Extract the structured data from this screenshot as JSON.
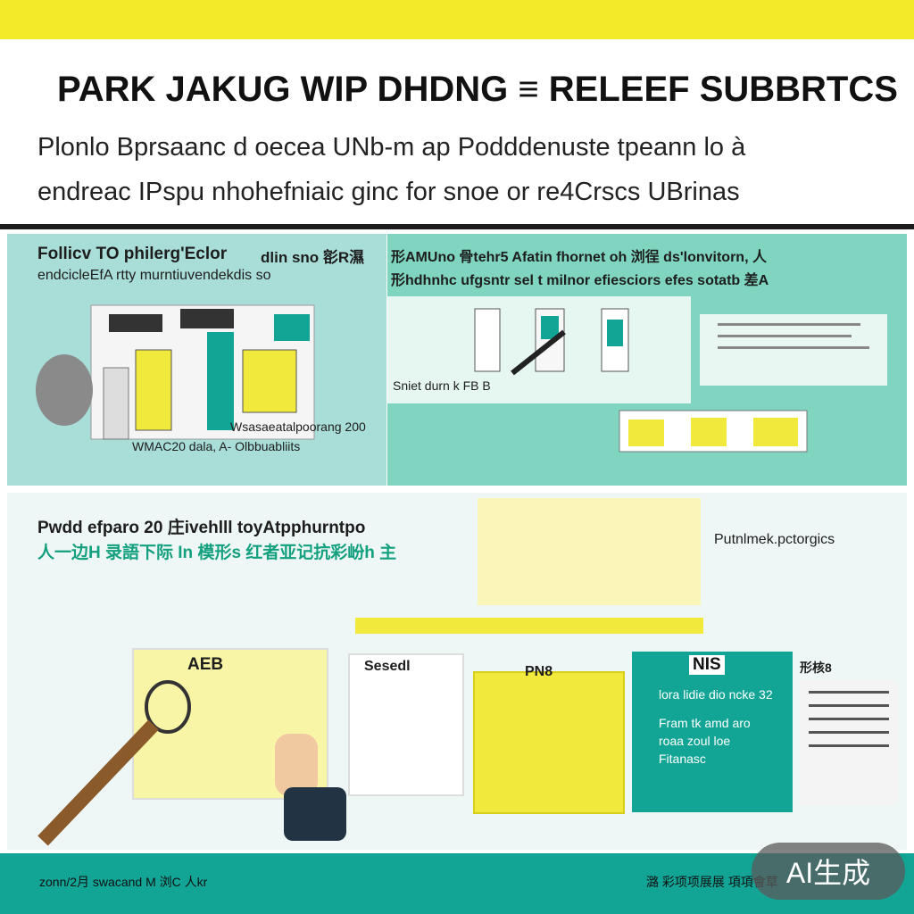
{
  "header": {
    "title": "PARK JAKUG WIP DHDNG ≡ RELEEF SUBBRTCS",
    "subtitle_line1": "Plonlo Bprsaanc d oecea UNb-m ap Podddenuste tpeann lo à",
    "subtitle_line2": "endreac IPspu nhohefniaic ginc for snoe or re4Crscs UBrinas"
  },
  "panel_a": {
    "title": "Follicv TO philerg'Eclor",
    "title2": "dlin sno 彮R濕",
    "subtitle": "endcicleEfA rtty murntiuvendekdis so",
    "caption": "Wsasaeatalpoorang 200",
    "footer": "WMAC20 dala, A- Olbbuabliits"
  },
  "panel_b": {
    "title": "形AMUno 骨tehr5 Afatin fhornet oh 浏徎 ds'lonvitorn, 人",
    "subtitle": "形hdhnhc ufgsntr sel t milnor efiesciors efes sotatb 差A",
    "caption": "Sniet durn k  FB  B"
  },
  "panel_c": {
    "title": "Pwdd efparo 20 庄ivehlll toyAtpphurntpo",
    "subtitle": "人一边H 录語下际 In 模形s 红者亚记抗彩岎h 主",
    "right_label": "Putnlmek.pctorgics",
    "sign_a": "AEB",
    "sign_scroll": "Sesedl",
    "sign_mid": "PN8",
    "teal_card_title": "NIS",
    "teal_line1": "lora lidie dio ncke 32",
    "teal_line2": "Fram tk amd aro",
    "teal_line3": "roaa    zoul loe",
    "teal_line4": "Fitanasc",
    "right_small": "形核8"
  },
  "footer": {
    "left": "zonn/2月 swacand M 浏C 人kr",
    "right": "潞 彩项项展展 項項會草",
    "badge": "AI生成"
  },
  "colors": {
    "yellow": "#f3ea2a",
    "teal": "#12a596",
    "mint": "#7fd5bf",
    "light_teal": "#a9ddd8",
    "dark": "#1c1c1c"
  }
}
